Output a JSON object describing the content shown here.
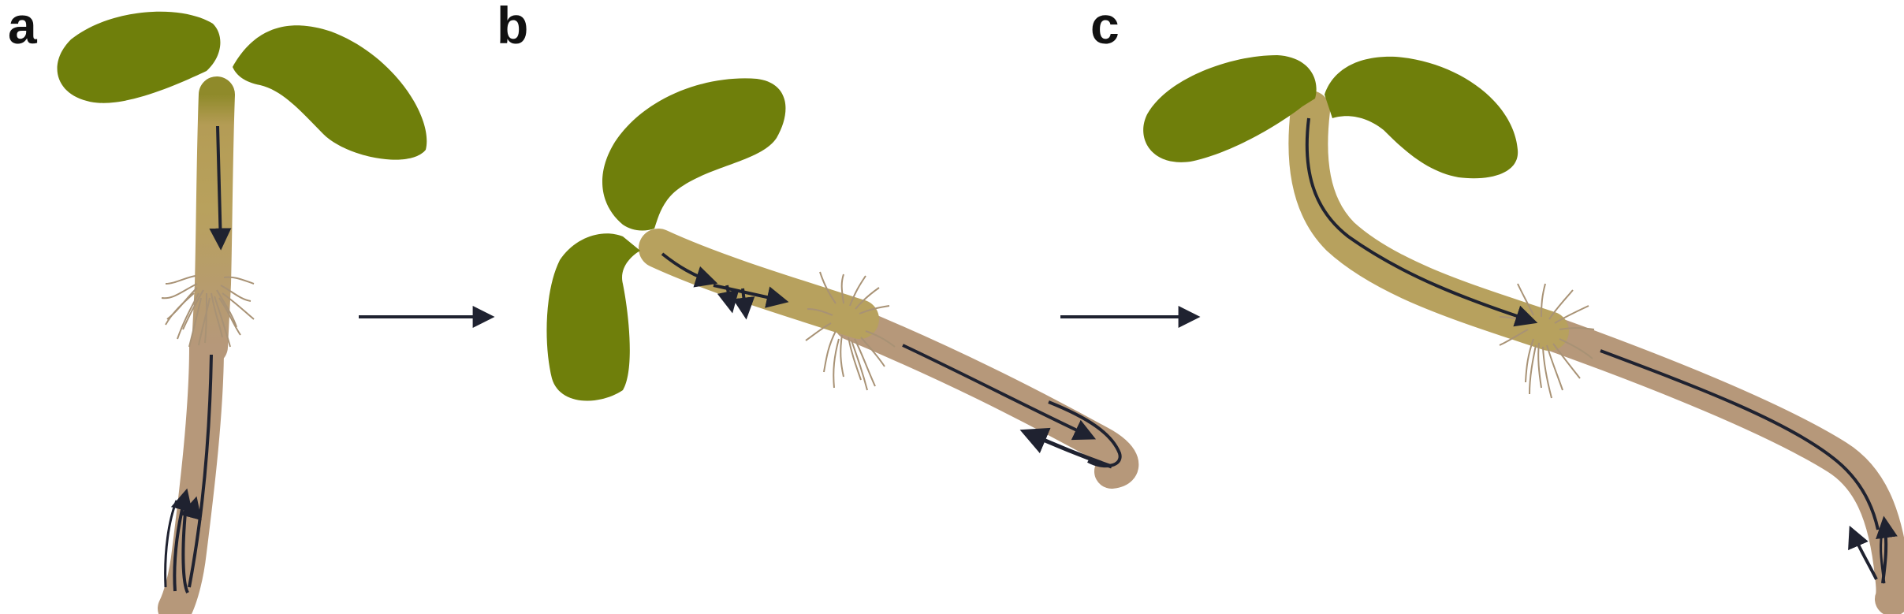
{
  "panels": [
    {
      "label": "a"
    },
    {
      "label": "b"
    },
    {
      "label": "c"
    }
  ],
  "colors": {
    "background": "#ffffff",
    "cotyledon": "#6f7f0b",
    "hypocotyl": "#b7a15e",
    "hypocotyl_dark": "#a88c4d",
    "root": "#b6987a",
    "root_hair": "#a89275",
    "arrow": "#1f2230"
  }
}
